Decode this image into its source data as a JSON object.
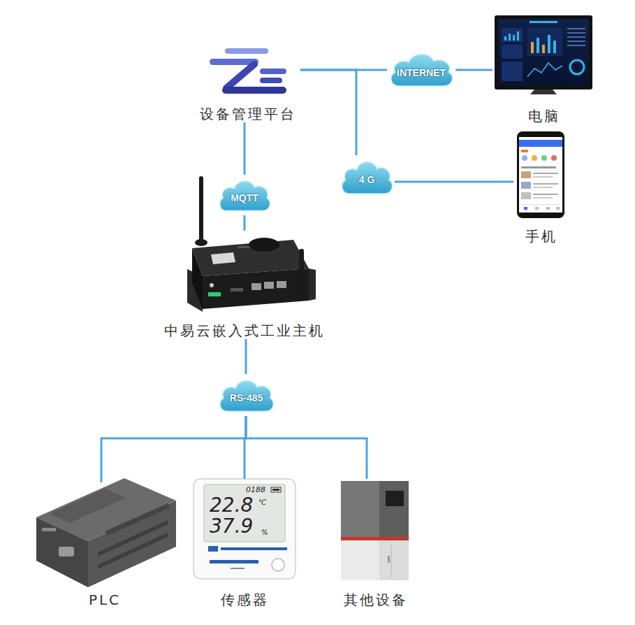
{
  "diagram": {
    "nodes": [
      {
        "text": [
          "设备管理平台"
        ]
      },
      {
        "text": [
          "INTERNET"
        ]
      },
      {
        "text": [
          "电脑"
        ]
      },
      {
        "text": [
          "MQTT"
        ]
      },
      {
        "text": [
          "4 G"
        ]
      },
      {
        "text": [
          "手机"
        ]
      },
      {
        "text": [
          "中易云嵌入式工业主机"
        ]
      },
      {
        "text": [
          "RS-485"
        ]
      },
      {
        "text": [
          "PLC"
        ]
      },
      {
        "text": [
          "传感器"
        ]
      },
      {
        "text": [
          "其他设备"
        ]
      }
    ],
    "edges": [
      {
        "from": 0,
        "to": 1,
        "arrow": "none"
      },
      {
        "from": 1,
        "to": 2,
        "arrow": "none"
      },
      {
        "from": 0,
        "to": 3,
        "arrow": "none"
      },
      {
        "from": 0,
        "to": 4,
        "arrow": "none"
      },
      {
        "from": 4,
        "to": 5,
        "arrow": "none"
      },
      {
        "from": 3,
        "to": 6,
        "arrow": "none"
      },
      {
        "from": 6,
        "to": 7,
        "arrow": "none"
      },
      {
        "from": 7,
        "to": 8,
        "arrow": "none"
      },
      {
        "from": 7,
        "to": 9,
        "arrow": "none"
      },
      {
        "from": 7,
        "to": 10,
        "arrow": "none"
      }
    ],
    "labels": [
      "0188",
      "22.8",
      "℃",
      "37.9",
      "%"
    ]
  }
}
